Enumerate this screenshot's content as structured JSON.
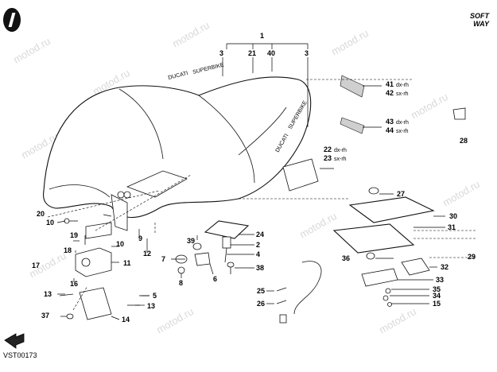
{
  "header": {
    "brand_line1": "SOFT",
    "brand_line2": "WAY"
  },
  "footer": {
    "drawing_code": "VST00173"
  },
  "watermark": "motod.ru",
  "seat_text": {
    "ducati_logo_small": "DUCATI",
    "ducati_logo_large": "DUCATI",
    "model_text": "SUPERBIKE"
  },
  "callouts": {
    "c1": "1",
    "c2": "2",
    "c3a": "3",
    "c3b": "3",
    "c4": "4",
    "c5": "5",
    "c6": "6",
    "c7": "7",
    "c8": "8",
    "c9": "9",
    "c10a": "10",
    "c10b": "10",
    "c11": "11",
    "c12": "12",
    "c13a": "13",
    "c13b": "13",
    "c14": "14",
    "c15": "15",
    "c16": "16",
    "c17": "17",
    "c18": "18",
    "c19": "19",
    "c20": "20",
    "c21": "21",
    "c22": "22",
    "c23": "23",
    "c24": "24",
    "c25": "25",
    "c26": "26",
    "c27": "27",
    "c28": "28",
    "c29": "29",
    "c30": "30",
    "c31": "31",
    "c32": "32",
    "c33": "33",
    "c34": "34",
    "c35": "35",
    "c36": "36",
    "c37": "37",
    "c38": "38",
    "c39": "39",
    "c40": "40",
    "c41": "41",
    "c42": "42",
    "c43": "43",
    "c44": "44"
  },
  "suffixes": {
    "dx": "dx-rh",
    "sx": "sx-rh"
  },
  "icons": {
    "logo": "ducati-round-logo-icon",
    "fwd": "forward-arrow-icon"
  }
}
